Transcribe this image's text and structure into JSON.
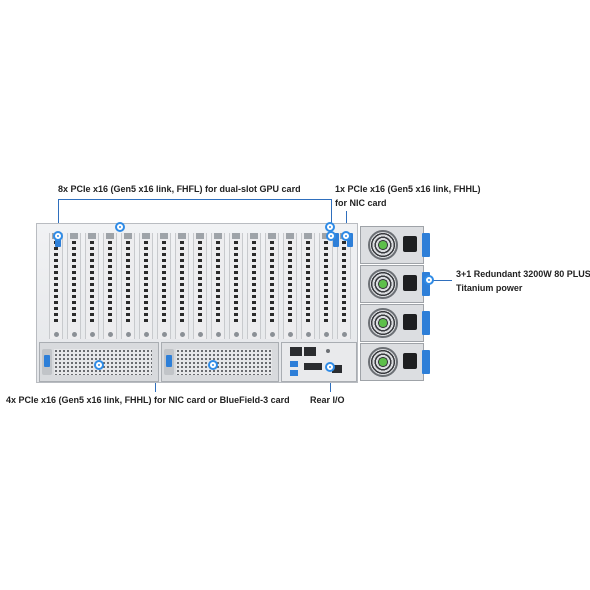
{
  "callouts": {
    "gpu_slots": "8x PCIe x16 (Gen5 x16 link, FHFL) for dual-slot GPU card",
    "nic_slot_line1": "1x PCIe x16 (Gen5 x16 link, FHHL)",
    "nic_slot_line2": "for NIC card",
    "psu_line1": "3+1 Redundant 3200W 80 PLUS",
    "psu_line2": "Titanium power",
    "bottom_slots": "4x PCIe x16 (Gen5 x16 link, FHHL) for NIC card or BlueField-3 card",
    "rear_io": "Rear I/O"
  },
  "colors": {
    "accent": "#2f8be6",
    "latch": "#2e7fd8",
    "psu_fan_hub": "#5dbf4a"
  }
}
